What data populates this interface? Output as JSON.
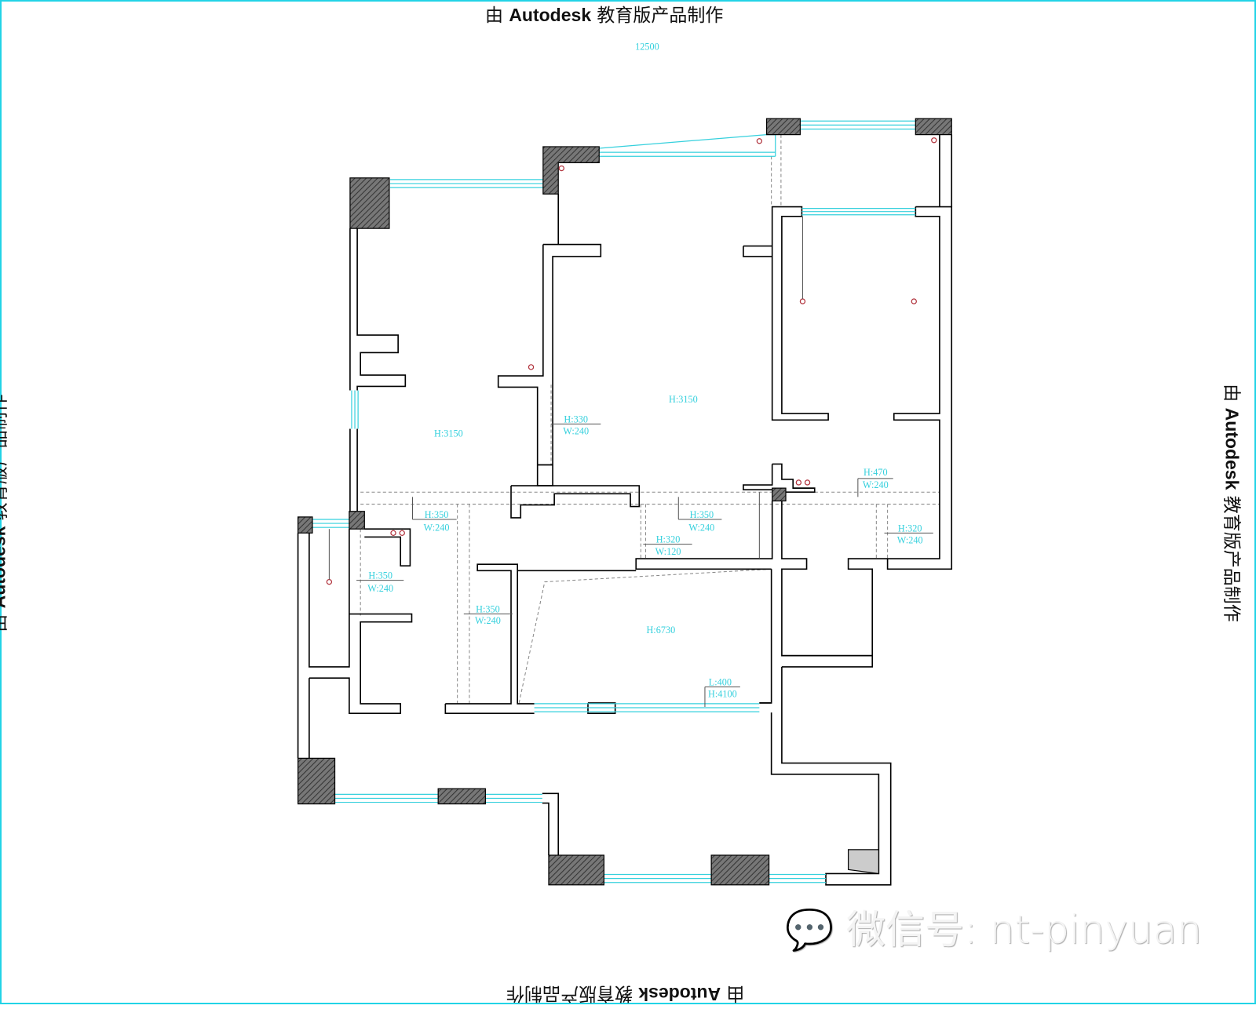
{
  "watermarks": {
    "prefix": "由",
    "brand": "Autodesk",
    "suffix": "教育版产品制作"
  },
  "overall_dimension": "12500",
  "labels": [
    {
      "line1": "H:3150"
    },
    {
      "line1": "H:330",
      "line2": "W:240"
    },
    {
      "line1": "H:3150"
    },
    {
      "line1": "H:470",
      "line2": "W:240"
    },
    {
      "line1": "H:350",
      "line2": "W:240"
    },
    {
      "line1": "H:350",
      "line2": "W:240"
    },
    {
      "line1": "H:320",
      "line2": "W:120"
    },
    {
      "line1": "H:320",
      "line2": "W:240"
    },
    {
      "line1": "H:350",
      "line2": "W:240"
    },
    {
      "line1": "H:350",
      "line2": "W:240"
    },
    {
      "line1": "H:6730"
    },
    {
      "line1": "L:400",
      "line2": "H:4100"
    }
  ],
  "wechat": {
    "text": "微信号: nt-pinyuan"
  },
  "colors": {
    "wall": "#000000",
    "window": "#35d0dd",
    "column": "#555555",
    "fixture": "#b0303a",
    "frame": "#22d3e6"
  }
}
